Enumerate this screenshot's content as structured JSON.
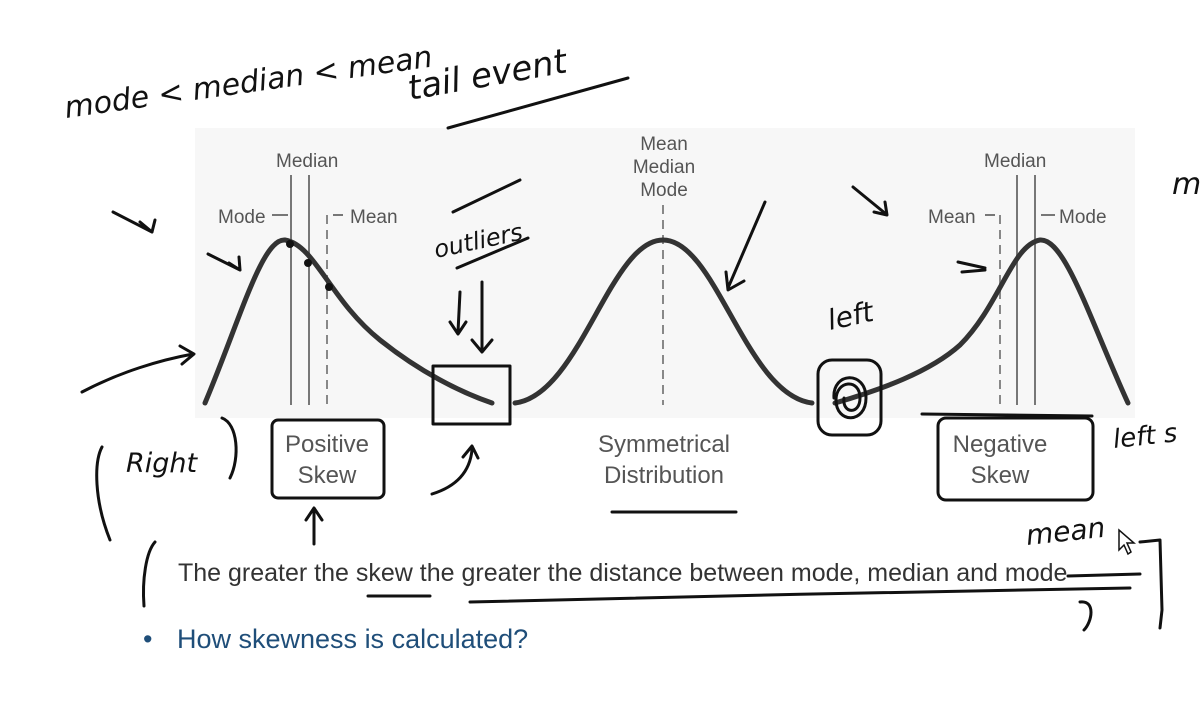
{
  "diagram": {
    "positive": {
      "mode_label": "Mode",
      "median_label": "Median",
      "mean_label": "Mean",
      "name_line1": "Positive",
      "name_line2": "Skew"
    },
    "symmetric": {
      "line1": "Mean",
      "line2": "Median",
      "line3": "Mode",
      "name_line1": "Symmetrical",
      "name_line2": "Distribution"
    },
    "negative": {
      "mean_label": "Mean",
      "median_label": "Median",
      "mode_label": "Mode",
      "name_line1": "Negative",
      "name_line2": "Skew"
    }
  },
  "handwriting": {
    "order_note": "mode < median < mean",
    "tail_event": "tail event",
    "outliers": "outliers",
    "left": "left",
    "right": "Right",
    "left_s": "left s",
    "mean": "mean",
    "edge_m": "m"
  },
  "slide": {
    "statement": "The greater the skew the greater the distance between mode, median and mode",
    "statement_struck": "mode",
    "bullet": "How skewness is calculated?"
  }
}
